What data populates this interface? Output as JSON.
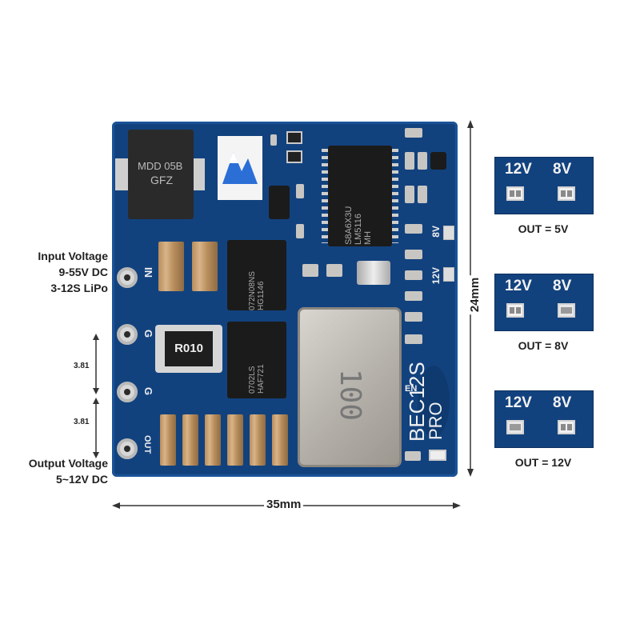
{
  "colors": {
    "pcb": "#12427e",
    "silk": "#f0f0f0",
    "background": "#ffffff"
  },
  "left_labels": {
    "input_title": "Input Voltage",
    "input_range": "9-55V DC",
    "input_cells": "3-12S LiPo",
    "output_title": "Output Voltage",
    "output_range": "5~12V DC",
    "pitch_1": "3.81",
    "pitch_2": "3.81"
  },
  "dimensions": {
    "width": "35mm",
    "height": "24mm"
  },
  "board": {
    "pins": [
      "IN",
      "G",
      "G",
      "OUT"
    ],
    "product_name": "BEC12S",
    "product_suffix": "PRO",
    "en_label": "EN",
    "diode_marks": [
      "MDD 05B",
      "GFZ"
    ],
    "ic_marks": [
      "S8A6X3U",
      "LM5116",
      "MH"
    ],
    "mosfet_top_marks": [
      "072N08NS",
      "HG1146"
    ],
    "mosfet_bottom_marks": [
      "0702LS",
      "HAF721"
    ],
    "inductor_mark": "100",
    "shunt_mark": "R010",
    "jumper_labels": [
      "8V",
      "12V"
    ]
  },
  "jumper_settings": [
    {
      "label_12v": "12V",
      "label_8v": "8V",
      "bridged": "none",
      "caption": "OUT = 5V"
    },
    {
      "label_12v": "12V",
      "label_8v": "8V",
      "bridged": "8V",
      "caption": "OUT = 8V"
    },
    {
      "label_12v": "12V",
      "label_8v": "8V",
      "bridged": "12V",
      "caption": "OUT = 12V"
    }
  ]
}
